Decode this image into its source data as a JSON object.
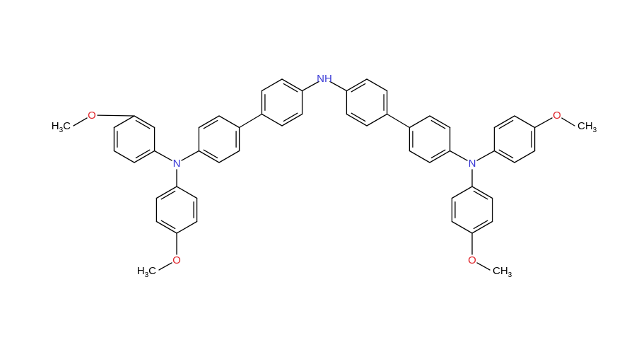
{
  "colors": {
    "bond": "#000000",
    "nitrogen": "#3a3ad6",
    "oxygen": "#e0242a",
    "carbon_label": "#000000"
  },
  "labels": {
    "nh": "NH",
    "n": "N",
    "o": "O",
    "h3c": {
      "main": "H",
      "sub": "3",
      "tail": "C"
    },
    "ch3": {
      "main": "CH",
      "sub": "3"
    }
  }
}
